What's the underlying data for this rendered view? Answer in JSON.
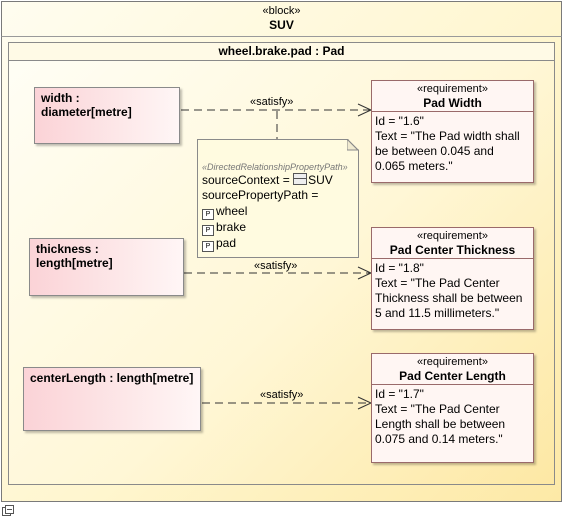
{
  "block": {
    "stereotype": "«block»",
    "name": "SUV"
  },
  "part": {
    "title": "wheel.brake.pad : Pad"
  },
  "value_properties": [
    {
      "label": "width : diameter[metre]"
    },
    {
      "label": "thickness : length[metre]"
    },
    {
      "label": "centerLength : length[metre]"
    }
  ],
  "requirements": [
    {
      "stereotype": "«requirement»",
      "name": "Pad Width",
      "id": "Id = \"1.6\"",
      "text": [
        "Text = \"The Pad width shall",
        "be between 0.045 and",
        "0.065 meters.\""
      ]
    },
    {
      "stereotype": "«requirement»",
      "name": "Pad Center Thickness",
      "id": "Id = \"1.8\"",
      "text": [
        "Text = \"The Pad Center",
        "Thickness shall be between",
        "5 and 11.5 millimeters.\""
      ]
    },
    {
      "stereotype": "«requirement»",
      "name": "Pad Center Length",
      "id": "Id = \"1.7\"",
      "text": [
        "Text = \"The Pad Center",
        "Length shall be between",
        "0.075 and 0.14 meters.\""
      ]
    }
  ],
  "relations": [
    {
      "label": "«satisfy»"
    },
    {
      "label": "«satisfy»"
    },
    {
      "label": "«satisfy»"
    }
  ],
  "note": {
    "stereotype": "«DirectedRelationshipPropertyPath»",
    "source_context_label": "sourceContext = ",
    "source_context_value": "SUV",
    "source_property_path_label": "sourcePropertyPath =",
    "path": [
      "wheel",
      "brake",
      "pad"
    ],
    "icon_letter": "P"
  },
  "colors": {
    "frame_fill": "#fff6cf",
    "value_property_fill": "#fbd3d7",
    "requirement_fill": "#fff6f3",
    "note_fill": "#fffbe0"
  }
}
